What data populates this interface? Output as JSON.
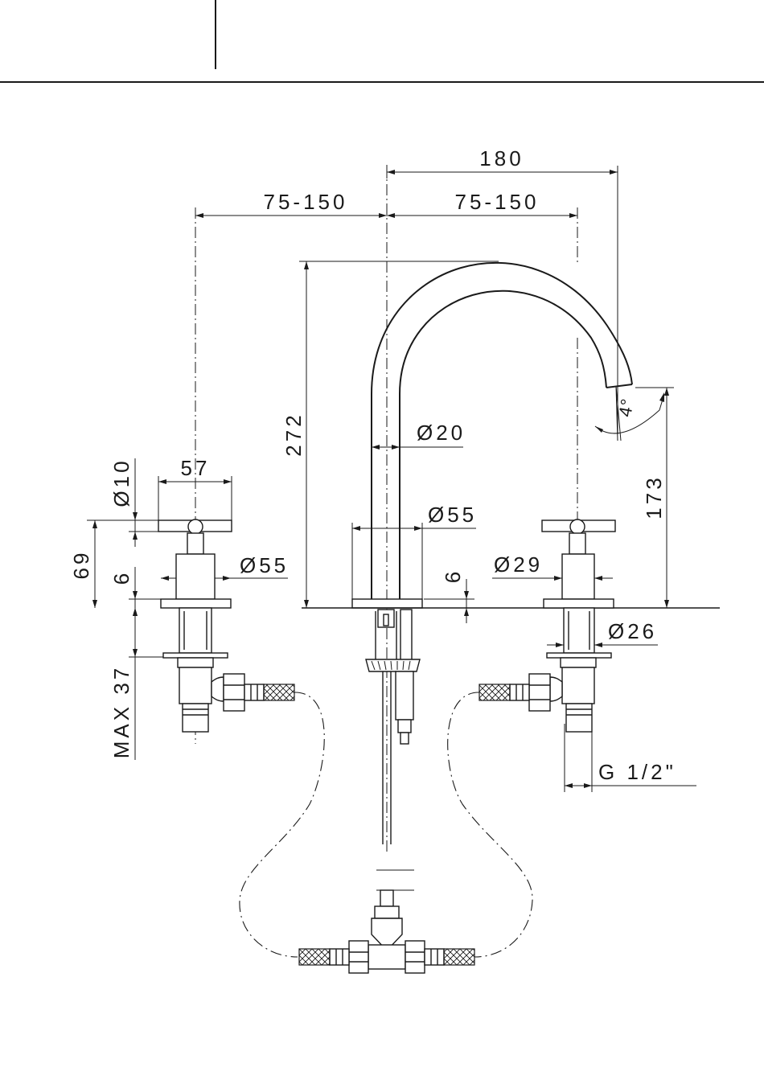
{
  "diagram": {
    "dimensions": {
      "overall_reach": "180",
      "left_spacing": "75-150",
      "right_spacing": "75-150",
      "spout_height": "272",
      "outlet_height": "173",
      "spout_angle": "4°",
      "spout_diameter": "Ø20",
      "base_diameter_center": "Ø55",
      "base_diameter_left": "Ø55",
      "handle_width": "57",
      "handle_diameter": "Ø10",
      "valve_height": "69",
      "flange_thickness_left": "6",
      "flange_thickness_center": "6",
      "max_deck": "MAX 37",
      "body_diameter": "Ø29",
      "shank_diameter": "Ø26",
      "thread": "G 1/2\""
    },
    "colors": {
      "line": "#1a1a1a",
      "background": "#ffffff"
    }
  }
}
